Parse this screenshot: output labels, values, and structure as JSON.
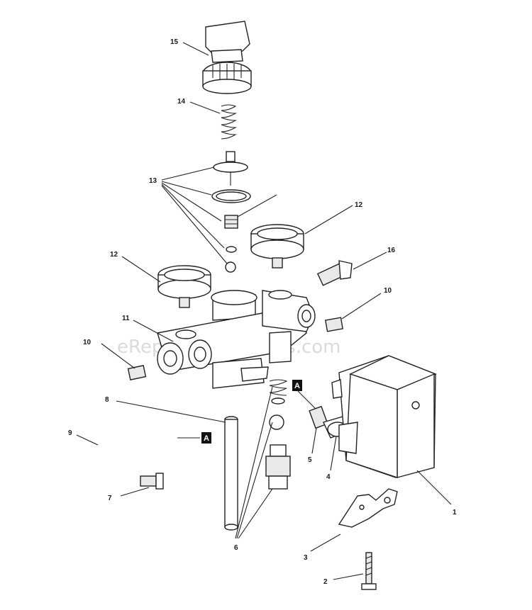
{
  "watermark": "eReplacementParts.com",
  "callouts": {
    "c1": "1",
    "c2": "2",
    "c3": "3",
    "c4": "4",
    "c5": "5",
    "c6": "6",
    "c7": "7",
    "c8": "8",
    "c9": "9",
    "c10a": "10",
    "c10b": "10",
    "c11": "11",
    "c12a": "12",
    "c12b": "12",
    "c13": "13",
    "c14": "14",
    "c15": "15",
    "c16": "16"
  },
  "reference_marks": {
    "ref_a_upper": "A",
    "ref_a_lower": "A"
  }
}
